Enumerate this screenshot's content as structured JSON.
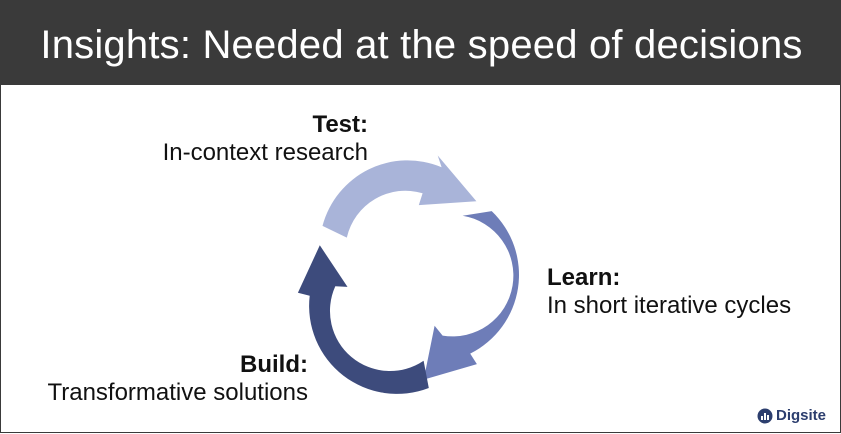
{
  "slide": {
    "title": "Insights: Needed at the speed of decisions"
  },
  "cycle": {
    "steps": [
      {
        "heading": "Test:",
        "text": "In-context research",
        "color": "#a9b4d9"
      },
      {
        "heading": "Learn:",
        "text": "In short iterative cycles",
        "color": "#6e7db8"
      },
      {
        "heading": "Build:",
        "text": "Transformative solutions",
        "color": "#3d4b7c"
      }
    ]
  },
  "logo": {
    "text": "Digsite",
    "icon": "bar-chart-icon",
    "color": "#2c3e6e"
  }
}
